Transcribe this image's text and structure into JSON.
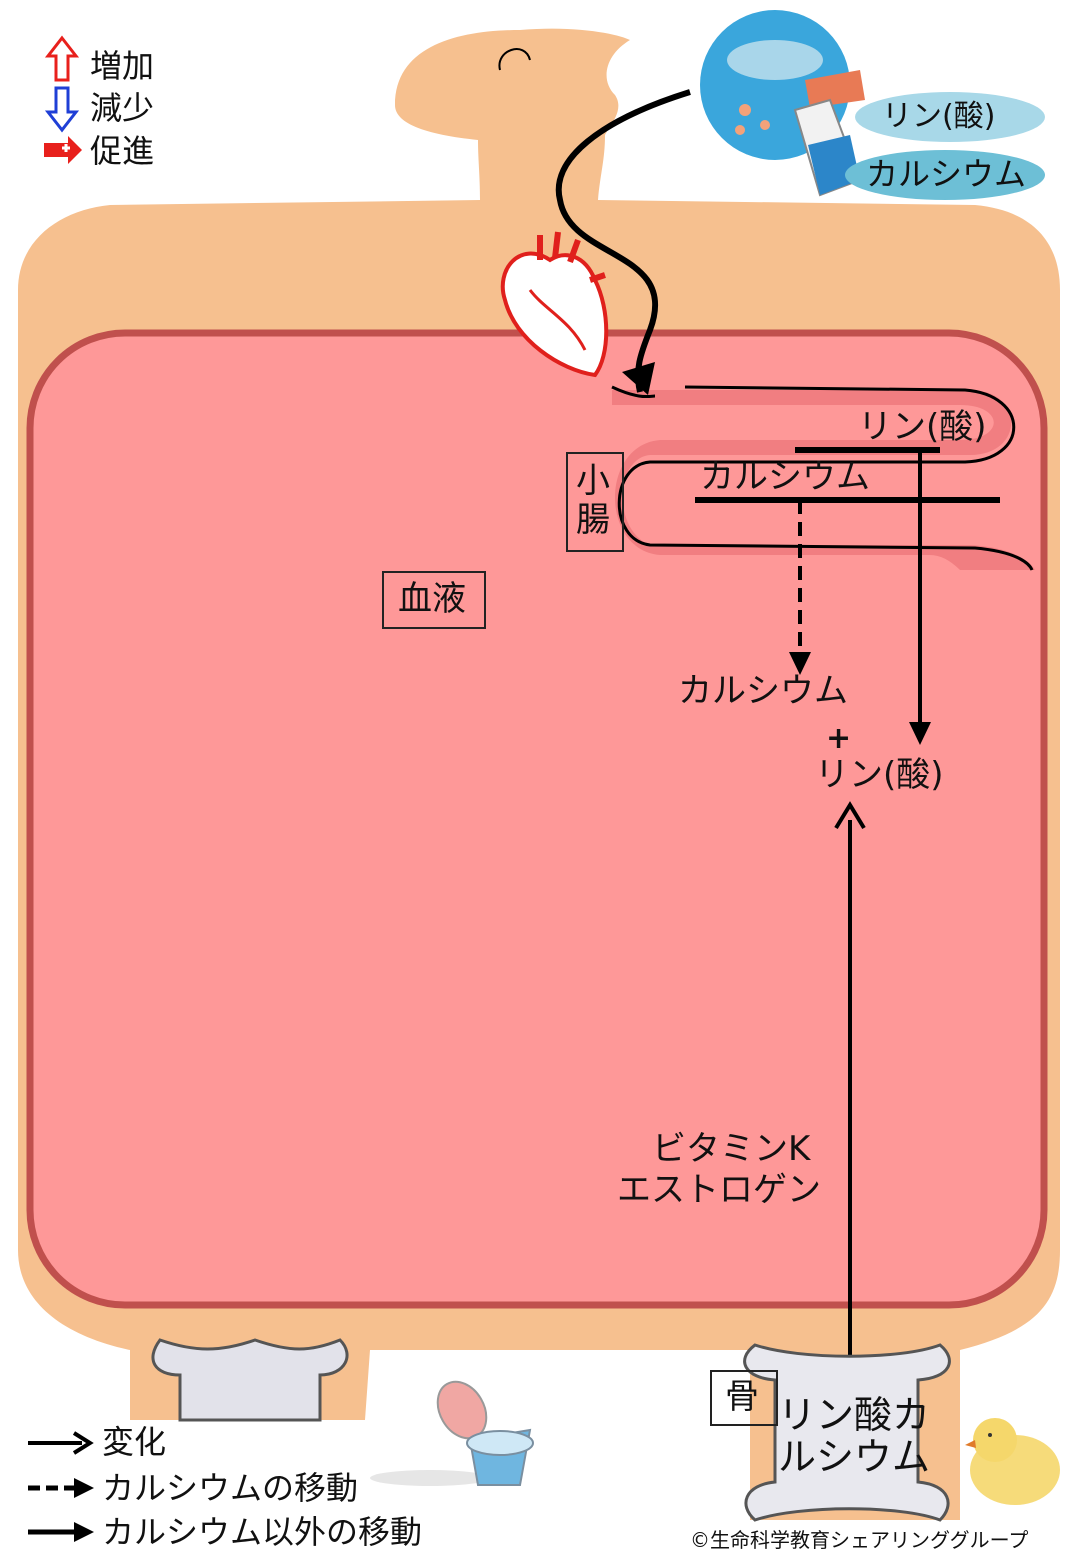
{
  "legend_top": {
    "items": [
      {
        "label": "増加",
        "icon": "up-arrow-icon",
        "color": "#e8201c"
      },
      {
        "label": "減少",
        "icon": "down-arrow-icon",
        "color": "#1f3fd6"
      },
      {
        "label": "促進",
        "icon": "promote-arrow-icon",
        "color": "#e8201c"
      }
    ]
  },
  "food": {
    "phosphate_label": "リン(酸)",
    "calcium_label": "カルシウム"
  },
  "organs": {
    "small_intestine": "小\n腸",
    "blood": "血液",
    "bone": "骨"
  },
  "intestine": {
    "phosphate_label": "リン(酸)",
    "calcium_label": "カルシウム"
  },
  "blood_content": {
    "calcium_label": "カルシウム",
    "plus": "+",
    "phosphate_label": "リン(酸)"
  },
  "regulators": {
    "line1": "ビタミンK",
    "line2": "エストロゲン"
  },
  "bone_content": {
    "line1": "リン酸カ",
    "line2": "ルシウム"
  },
  "legend_bottom": {
    "items": [
      {
        "label": "変化",
        "style": "double"
      },
      {
        "label": "カルシウムの移動",
        "style": "dashed"
      },
      {
        "label": "カルシウム以外の移動",
        "style": "solid"
      }
    ]
  },
  "copyright": "©生命科学教育シェアリンググループ",
  "colors": {
    "body": "#f6c08f",
    "blood": "#fe9898",
    "blood_border": "#c0504d",
    "intestine": "#f07b7e",
    "bone": "#e2e2ea",
    "food_circle": "#3aa6dc",
    "label_ellipse_1": "#a8d8e8",
    "label_ellipse_2": "#6dbfd6"
  }
}
